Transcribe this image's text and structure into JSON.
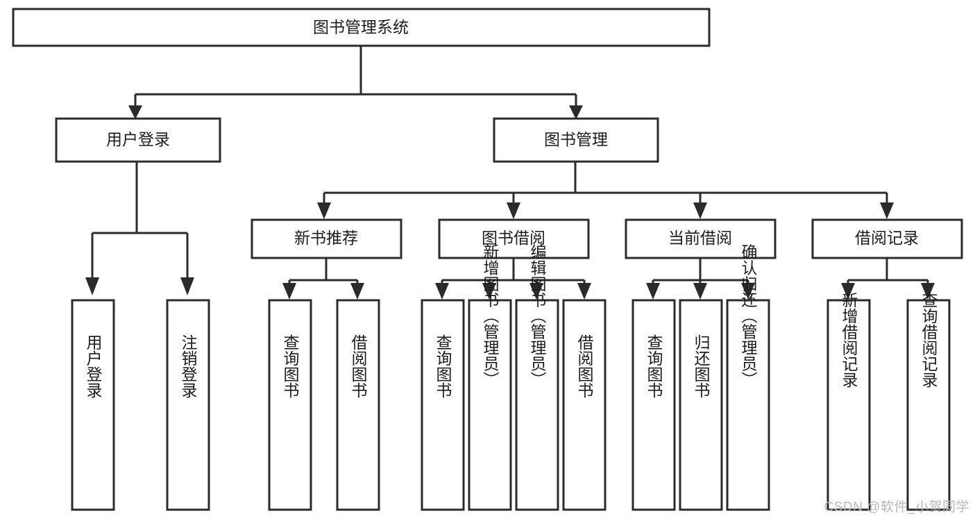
{
  "diagram": {
    "type": "tree",
    "title": "图书管理系统",
    "orientation": "top-down",
    "colors": {
      "background": "#ffffff",
      "node_fill": "#ffffff",
      "node_stroke": "#2b2b2b",
      "text": "#1c1c1c",
      "watermark": "#b8b8b8"
    },
    "root": {
      "label": "图书管理系统"
    },
    "level1": [
      {
        "label": "用户登录"
      },
      {
        "label": "图书管理"
      }
    ],
    "level2": [
      {
        "label": "新书推荐"
      },
      {
        "label": "图书借阅"
      },
      {
        "label": "当前借阅"
      },
      {
        "label": "借阅记录"
      }
    ],
    "leaves": {
      "user_login": [
        {
          "label": "用户登录"
        },
        {
          "label": "注销登录"
        }
      ],
      "new_book_recommend": [
        {
          "label": "查询图书"
        },
        {
          "label": "借阅图书"
        }
      ],
      "book_borrow": [
        {
          "label": "查询图书"
        },
        {
          "label": "新增图书（管理员）"
        },
        {
          "label": "编辑图书（管理员）"
        },
        {
          "label": "借阅图书"
        }
      ],
      "current_borrow": [
        {
          "label": "查询图书"
        },
        {
          "label": "归还图书"
        },
        {
          "label": "确认归还（管理员）"
        }
      ],
      "borrow_record": [
        {
          "label": "新增借阅记录"
        },
        {
          "label": "查询借阅记录"
        }
      ]
    }
  },
  "watermark": {
    "text": "CSDN @软件_小贺同学"
  }
}
